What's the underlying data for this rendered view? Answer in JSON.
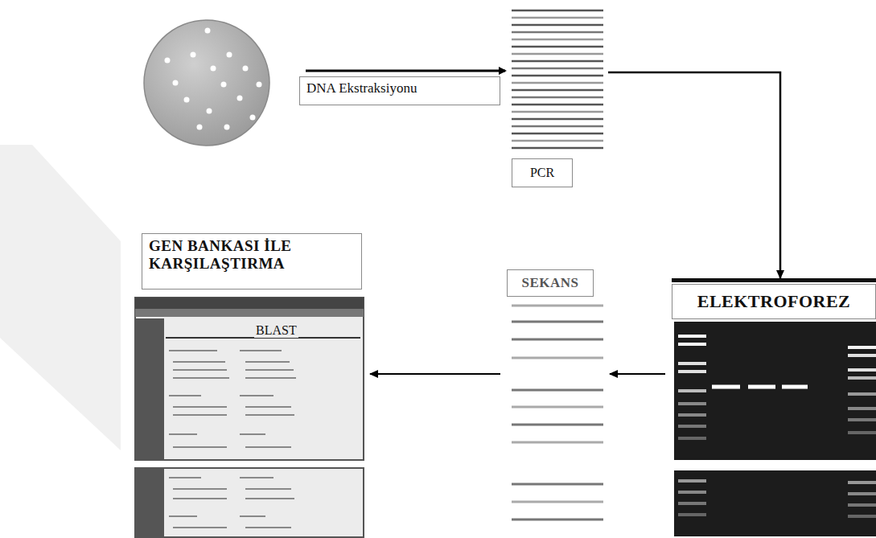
{
  "diagram": {
    "nodes": [
      {
        "text": [
          "DNA Ekstraksiyonu"
        ]
      },
      {
        "text": [
          "PCR"
        ]
      },
      {
        "text": [
          "ELEKTROFOREZ"
        ]
      },
      {
        "text": [
          "SEKANS"
        ]
      },
      {
        "text": [
          "GEN BANKASI İLE KARŞILAŞTIRMA"
        ]
      }
    ],
    "edges": [
      {
        "from": 1,
        "to": 2,
        "arrow": "to"
      },
      {
        "from": 2,
        "to": 3,
        "arrow": "to"
      },
      {
        "from": 3,
        "to": 4,
        "arrow": "to"
      }
    ],
    "labels": [
      "BLAST"
    ]
  }
}
